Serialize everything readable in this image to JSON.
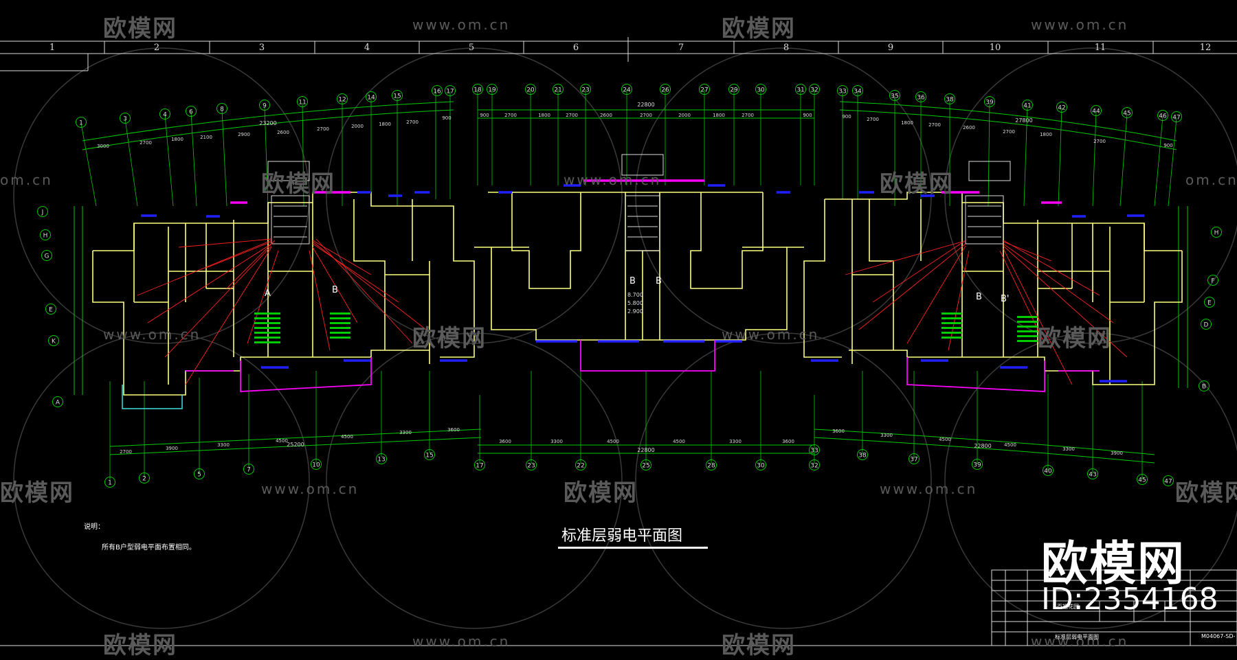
{
  "drawing": {
    "title": "标准层弱电平面图",
    "notes_heading": "说明：",
    "notes_body": "所有B户型弱电平面布置相同。",
    "grid_columns": [
      "1",
      "2",
      "3",
      "4",
      "5",
      "6",
      "7",
      "8",
      "9",
      "10",
      "11",
      "12"
    ],
    "unit_labels": [
      "A",
      "B",
      "B",
      "B",
      "B",
      "B'"
    ],
    "elevation_text": [
      "8.700",
      "5.800",
      "2.900"
    ],
    "title_block": {
      "label_right": "标准层弱电平面图",
      "project": "百福花园",
      "drawing_no": "M04067-SD-"
    },
    "axis_top_left": [
      "1",
      "3",
      "4",
      "6",
      "8",
      "9",
      "11",
      "12",
      "14",
      "15",
      "16",
      "17"
    ],
    "axis_top_mid": [
      "18",
      "19",
      "20",
      "21",
      "23",
      "24",
      "26",
      "27",
      "29",
      "30",
      "31",
      "32"
    ],
    "axis_top_right": [
      "33",
      "34",
      "35",
      "36",
      "38",
      "39",
      "41",
      "42",
      "44",
      "45",
      "46",
      "47"
    ],
    "axis_bottom_left": [
      "1",
      "2",
      "5",
      "7",
      "10",
      "13",
      "15"
    ],
    "axis_bottom_mid": [
      "17",
      "23",
      "22",
      "25",
      "28",
      "30",
      "32"
    ],
    "axis_bottom_right": [
      "33",
      "38",
      "37",
      "39",
      "40",
      "43",
      "45",
      "47"
    ],
    "axis_left_rows": [
      "J",
      "H",
      "G",
      "E",
      "K",
      "A"
    ],
    "axis_right_rows": [
      "H",
      "F",
      "E",
      "D",
      "B"
    ],
    "dims_top_left": [
      "3000",
      "2700",
      "1800",
      "2100",
      "2900",
      "2600",
      "2700",
      "2000",
      "1800",
      "2700",
      "900"
    ],
    "dims_top_mid": [
      "900",
      "2700",
      "1800",
      "2700",
      "2600",
      "2700",
      "2000",
      "1800",
      "2700",
      "900"
    ],
    "dims_top_right": [
      "900",
      "2700",
      "1800",
      "2700",
      "2600",
      "2700",
      "1800",
      "2700",
      "900"
    ],
    "dims_bottom_left": [
      "2700",
      "3900",
      "3300",
      "4500",
      "4500",
      "3300",
      "3600"
    ],
    "dims_bottom_mid": [
      "3600",
      "3300",
      "4500",
      "4500",
      "3300",
      "3600"
    ],
    "dims_bottom_right": [
      "3600",
      "3300",
      "4500",
      "4500",
      "3300",
      "3900"
    ],
    "overall_top": [
      "23200",
      "22800",
      "27800"
    ],
    "overall_bottom": [
      "25200",
      "22800",
      "22800"
    ]
  },
  "watermarks": {
    "brand": "欧模网",
    "url": "www.om.cn",
    "url_short": "om.cn",
    "big_brand": "欧模网",
    "id_text": "ID:2354168"
  },
  "colors": {
    "background": "#000000",
    "grid": "#00cc00",
    "wall": "#ffff80",
    "window": "#2020ff",
    "balcony": "#ff00ff",
    "wire": "#ff2020",
    "text": "#ffffff",
    "watermark": "#5a5a5a"
  }
}
